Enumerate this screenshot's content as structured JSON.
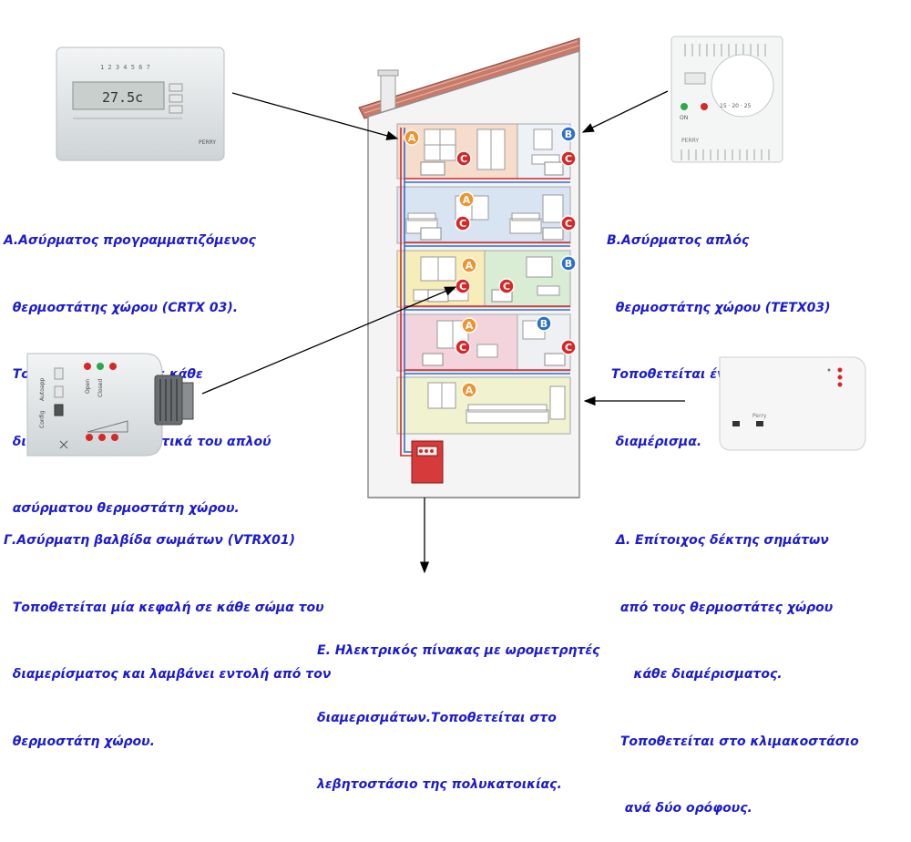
{
  "labels": {
    "a": [
      "Α.Ασύρματος προγραμματιζόμενος",
      "  θερμοστάτης χώρου (CRTX 03).",
      "  Τοποθετείται ένας σε κάθε",
      "  διαμέρισμα, εναλλακτικά του απλού",
      "  ασύρματου θερμοστάτη χώρου."
    ],
    "b": [
      "Β.Ασύρματος απλός",
      "  θερμοστάτης χώρου (ΤΕΤΧ03)",
      " Τοποθετείται ένας σε κάθε",
      "  διαμέρισμα."
    ],
    "g": [
      "Γ.Ασύρματη βαλβίδα σωμάτων (VTRX01)",
      "  Τοποθετείται μία κεφαλή σε κάθε σώμα του",
      "  διαμερίσματος και λαμβάνει εντολή από τον",
      "  θερμοστάτη χώρου."
    ],
    "d": [
      "Δ. Επίτοιχος δέκτης σημάτων",
      " από τους θερμοστάτες χώρου",
      "    κάθε διαμέρισματος.",
      " Τοποθετείται στο κλιμακοστάσιο",
      "  ανά δύο ορόφους."
    ],
    "e": [
      "Ε. Ηλεκτρικός πίνακας με ωρομετρητές",
      "διαμερισμάτων.Τοποθετείται στο",
      "λεβητοστάσιο της πολυκατοικίας."
    ]
  },
  "markers": {
    "a": "A",
    "b": "B",
    "c": "C"
  },
  "devices": {
    "crtx": {
      "display": "27.5c",
      "brand": "PERRY",
      "scale": "1 2 3 4 5 6 7"
    },
    "tetx": {
      "brand": "PERRY",
      "on": "ON",
      "dial": "15 · 20 · 25"
    },
    "vtrx": {
      "autoapp": "Autoapp",
      "config": "Config",
      "open": "Open",
      "closed": "Closed"
    },
    "receiver": {
      "brand": "Perry"
    }
  },
  "colors": {
    "label": "#1b1bd0",
    "marker_a": "#f0922e",
    "marker_b": "#2f6fc9",
    "marker_c": "#d62828",
    "pipe": "#d62828"
  }
}
